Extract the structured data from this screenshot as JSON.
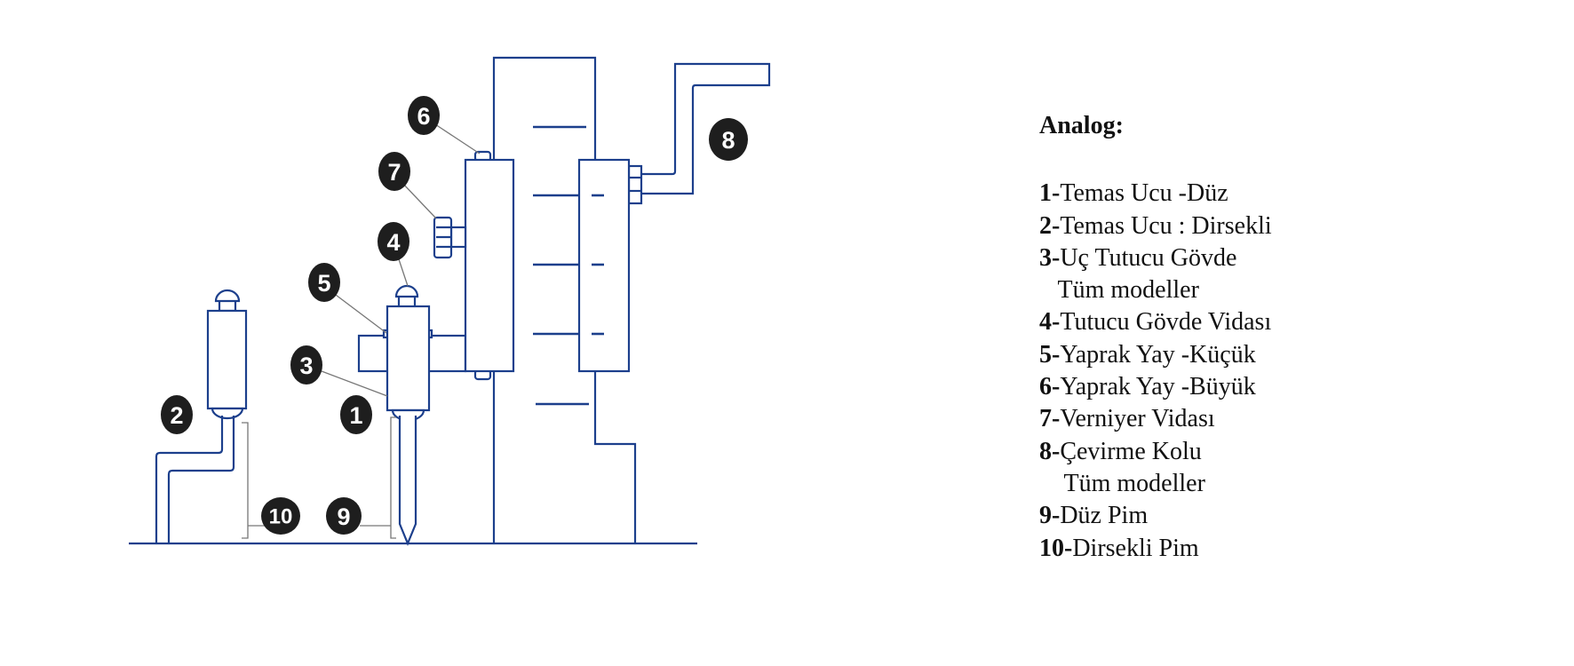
{
  "callouts": [
    "1",
    "2",
    "3",
    "4",
    "5",
    "6",
    "7",
    "8",
    "9",
    "10"
  ],
  "legend": {
    "title": "Analog:",
    "items": [
      {
        "num": "1-",
        "text": "Temas Ucu -Düz"
      },
      {
        "num": "2-",
        "text": "Temas Ucu : Dirsekli"
      },
      {
        "num": "3-",
        "text": "Uç Tutucu Gövde"
      },
      {
        "num": "",
        "text": "   Tüm modeller"
      },
      {
        "num": "4-",
        "text": "Tutucu Gövde Vidası"
      },
      {
        "num": "5-",
        "text": "Yaprak Yay -Küçük"
      },
      {
        "num": "6-",
        "text": "Yaprak Yay -Büyük"
      },
      {
        "num": "7-",
        "text": "Verniyer Vidası"
      },
      {
        "num": "8-",
        "text": "Çevirme Kolu"
      },
      {
        "num": "",
        "text": "    Tüm modeller"
      },
      {
        "num": "9-",
        "text": "Düz Pim"
      },
      {
        "num": "10-",
        "text": "Dirsekli Pim"
      }
    ]
  },
  "colors": {
    "line": "#1c3f8c",
    "callout": "#1e1e1e"
  }
}
